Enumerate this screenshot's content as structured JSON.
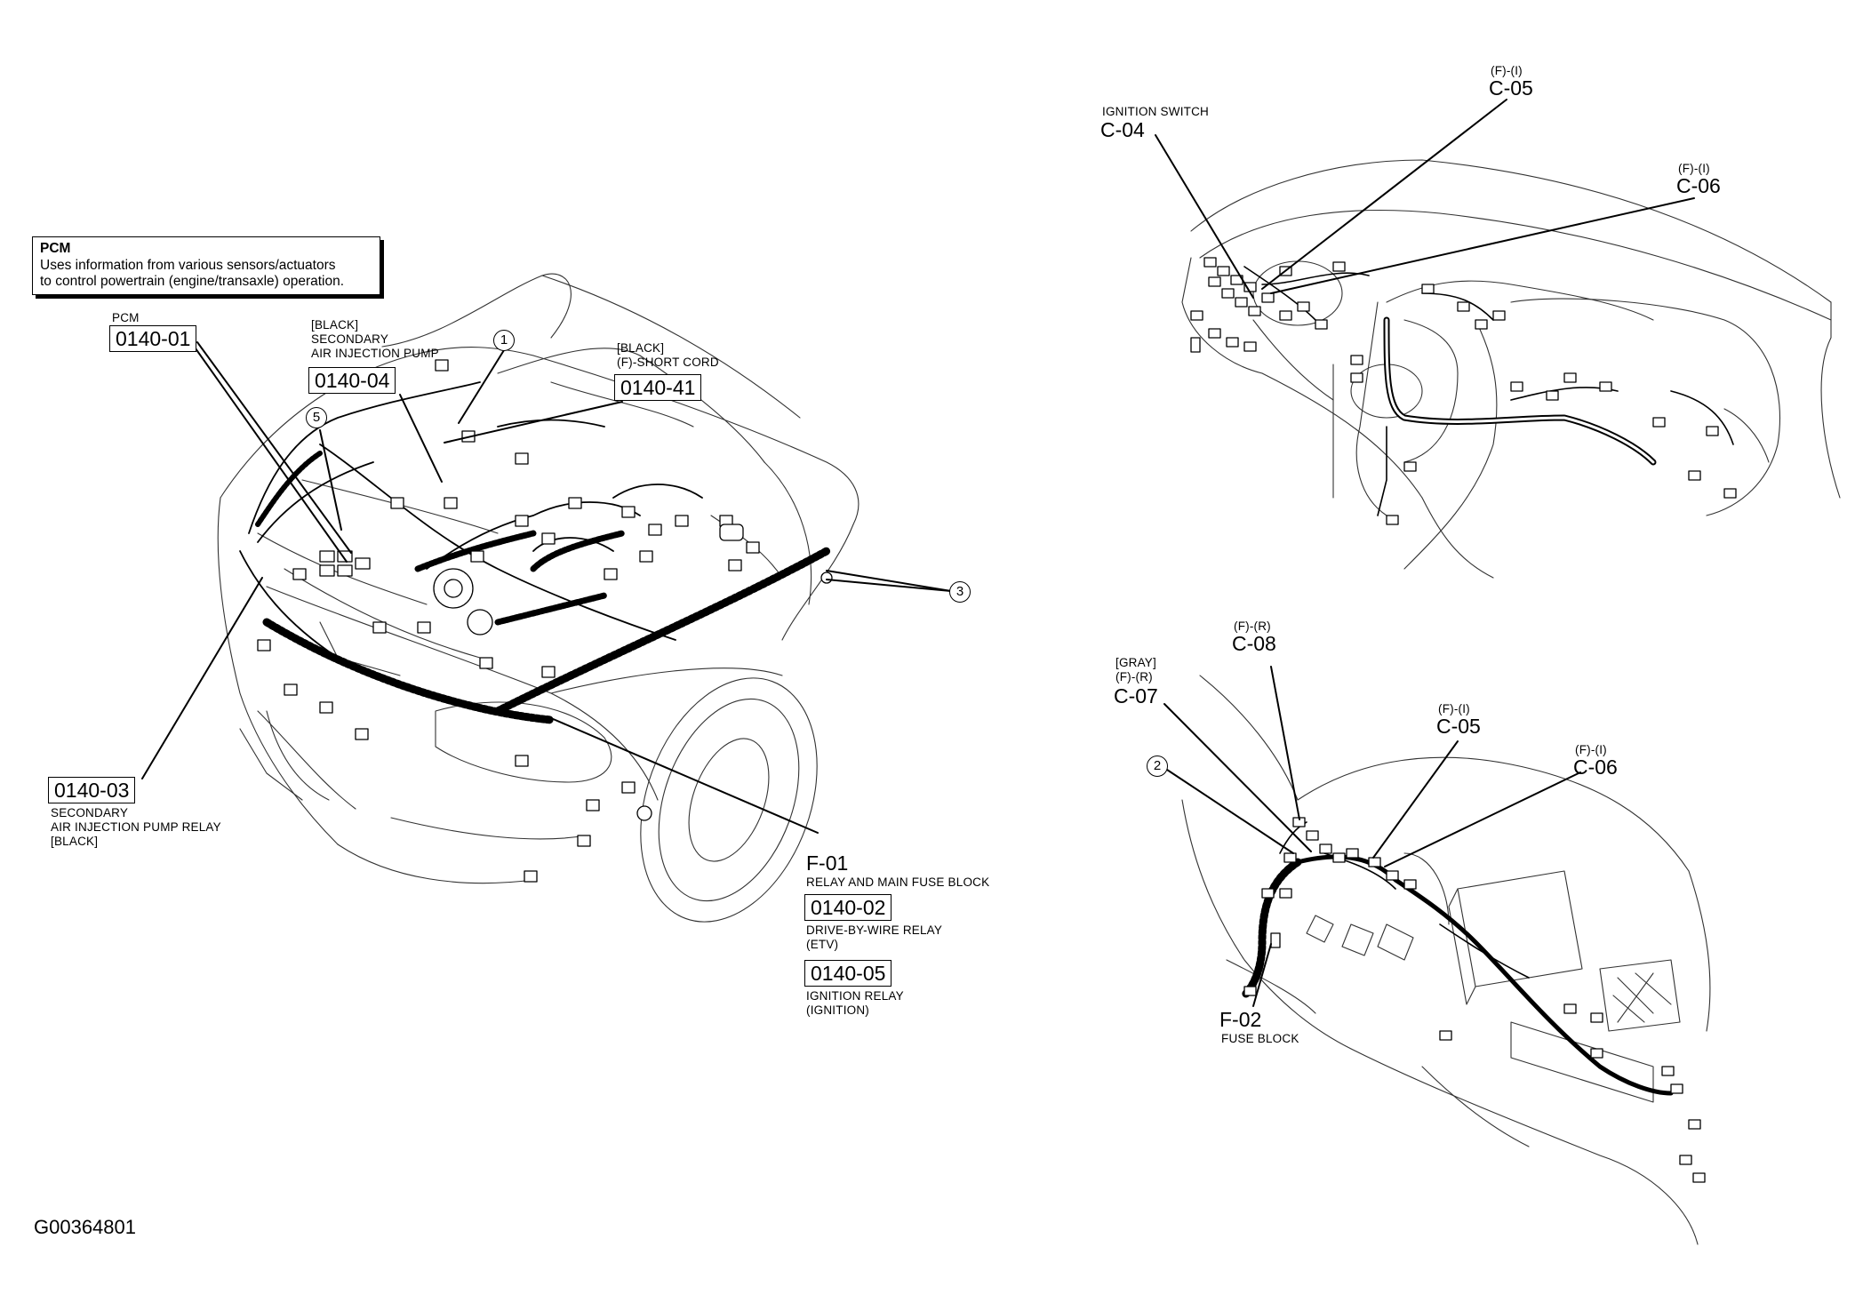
{
  "pcm_info": {
    "title": "PCM",
    "line1": "Uses information from various sensors/actuators",
    "line2": "to control powertrain (engine/transaxle) operation."
  },
  "engine_bay": {
    "pcm": {
      "desc": "PCM",
      "code": "0140-01"
    },
    "air_pump": {
      "desc1": "[BLACK]",
      "desc2": "SECONDARY",
      "desc3": "AIR INJECTION PUMP",
      "code": "0140-04"
    },
    "short_cord": {
      "desc1": "[BLACK]",
      "desc2": "(F)-SHORT CORD",
      "code": "0140-41"
    },
    "pump_relay": {
      "code": "0140-03",
      "desc1": "SECONDARY",
      "desc2": "AIR INJECTION PUMP RELAY",
      "desc3": "[BLACK]"
    },
    "fuse_block": {
      "code": "F-01",
      "desc": "RELAY AND MAIN FUSE BLOCK"
    },
    "dbw_relay": {
      "code": "0140-02",
      "desc1": "DRIVE-BY-WIRE RELAY",
      "desc2": "(ETV)"
    },
    "ign_relay": {
      "code": "0140-05",
      "desc1": "IGNITION RELAY",
      "desc2": "(IGNITION)"
    },
    "callouts": [
      "1",
      "5",
      "3"
    ]
  },
  "dashboard": {
    "ign_switch": {
      "desc": "IGNITION SWITCH",
      "code": "C-04"
    },
    "c05": {
      "sub": "(F)-(I)",
      "code": "C-05"
    },
    "c06": {
      "sub": "(F)-(I)",
      "code": "C-06"
    }
  },
  "footwell": {
    "c08": {
      "sub": "(F)-(R)",
      "code": "C-08"
    },
    "c07": {
      "sub1": "[GRAY]",
      "sub2": "(F)-(R)",
      "code": "C-07"
    },
    "c05": {
      "sub": "(F)-(I)",
      "code": "C-05"
    },
    "c06": {
      "sub": "(F)-(I)",
      "code": "C-06"
    },
    "f02": {
      "code": "F-02",
      "desc": "FUSE BLOCK"
    },
    "callout": "2"
  },
  "figure_id": "G00364801"
}
